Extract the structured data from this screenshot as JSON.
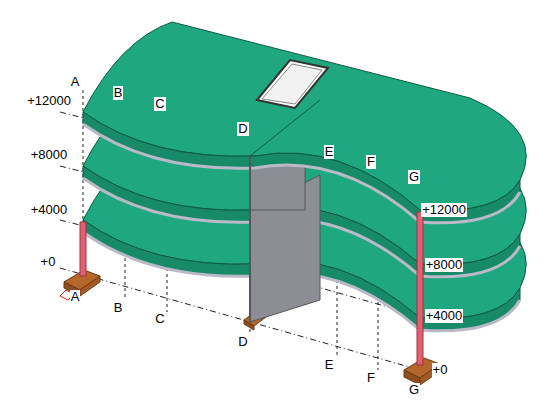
{
  "diagram": {
    "labels": [
      "A",
      "B",
      "C",
      "D",
      "+12000",
      "+8000",
      "+4000",
      "+0",
      "E",
      "F",
      "G",
      "+12000",
      "+8000",
      "+4000",
      "+0",
      "A",
      "B",
      "C",
      "D",
      "E",
      "F",
      "G"
    ]
  }
}
